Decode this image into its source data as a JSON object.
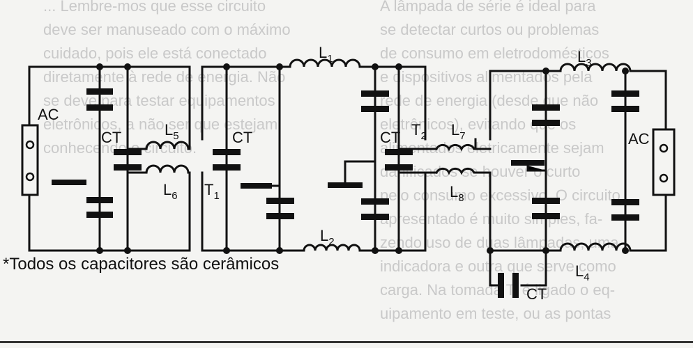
{
  "background_text": {
    "left_column": [
      "... Lembre-mos que esse circuito",
      "deve ser manuseado com o máximo",
      "cuidado, pois ele está conectado",
      "diretamente à rede de energia. Não",
      "se deve para testar equipamentos",
      "eletrônicos, a não ser que estejam",
      "conhecendo o circuito."
    ],
    "right_column": [
      "A lâmpada de série é ideal para",
      "se detectar curtos ou problemas",
      "de consumo em eletrodomésticos",
      "e dispositivos alimentados pela",
      "rede de energia (desde que não",
      "eletrônicos), evitando que os",
      "alimentados eletricamente sejam",
      "danificados se houver o curto",
      "pelo consumo excessivo. O circuito",
      "apresentado é muito simples, fa-",
      "zendo uso de duas lâmpadas, uma",
      "indicadora e outra que serve como",
      "carga. Na tomada T, é ligado o eq-",
      "uipamento em teste, ou as pontas"
    ]
  },
  "labels": {
    "ac_left": "AC",
    "ac_right": "AC",
    "ct_1": "CT",
    "ct_2": "CT",
    "ct_3": "CT",
    "ct_4": "CT",
    "l1": "L",
    "l1_sub": "1",
    "l2": "L",
    "l2_sub": "2",
    "l3": "L",
    "l3_sub": "3",
    "l4": "L",
    "l4_sub": "4",
    "l5": "L",
    "l5_sub": "5",
    "l6": "L",
    "l6_sub": "6",
    "l7": "L",
    "l7_sub": "7",
    "l8": "L",
    "l8_sub": "8",
    "t1": "T",
    "t1_sub": "1",
    "t2": "T",
    "t2_sub": "2"
  },
  "footnote": "*Todos os capacitores são cerâmicos",
  "colors": {
    "ink": "#111111",
    "paper": "#f4f4f2",
    "faded_text": "#c9c9c9"
  }
}
